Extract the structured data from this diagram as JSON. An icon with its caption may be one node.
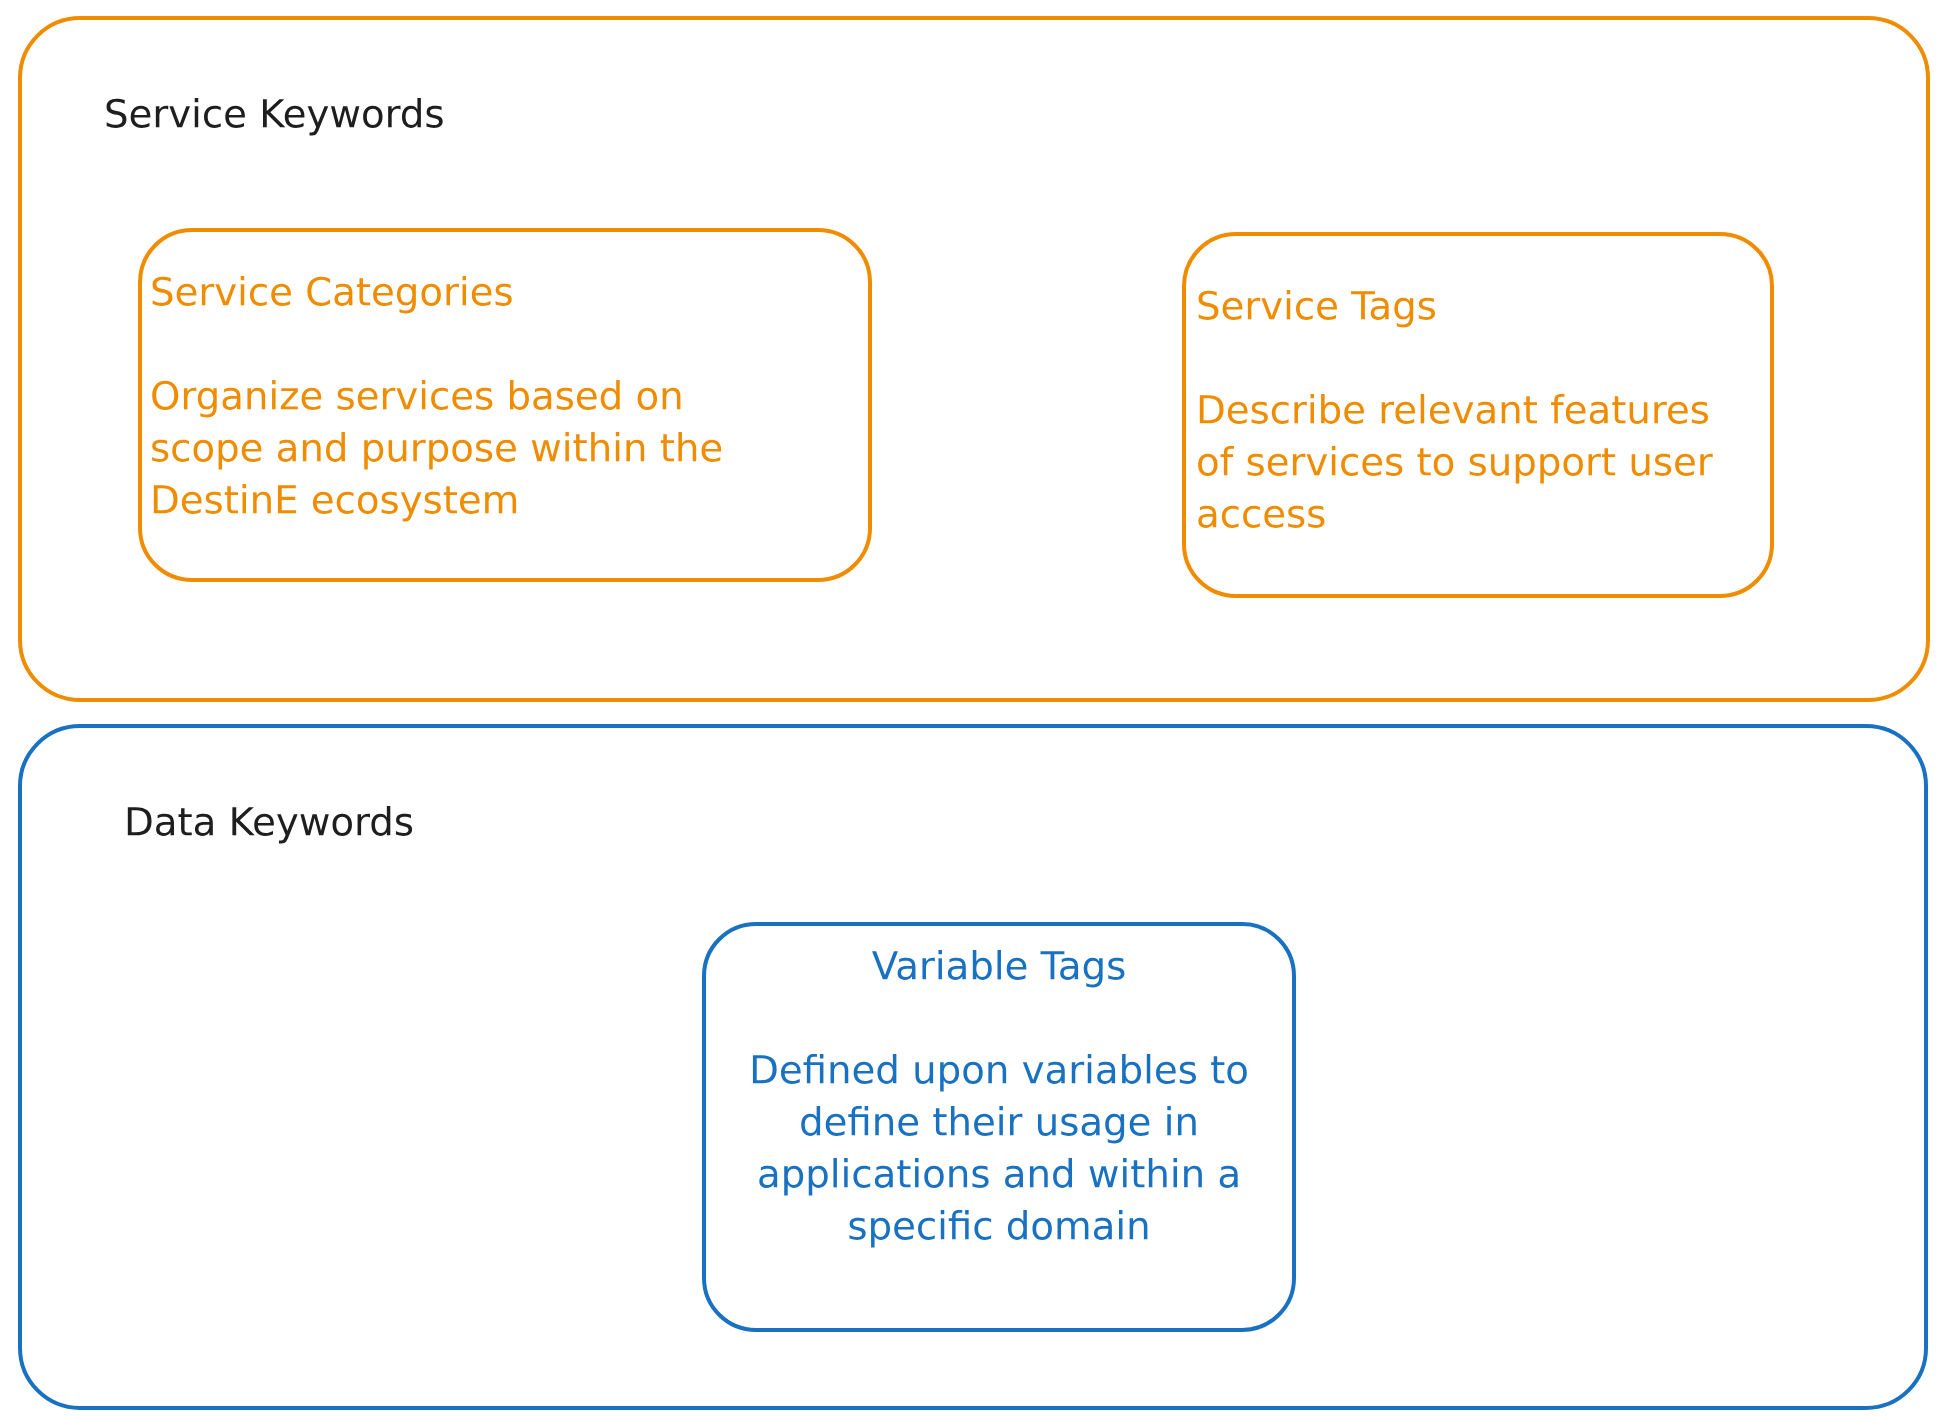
{
  "diagram": {
    "nodes": [
      {
        "text": [
          "Service Keywords"
        ]
      },
      {
        "text": [
          "Service Categories",
          "Organize services based on scope and purpose within the DestinE ecosystem"
        ],
        "in": 0
      },
      {
        "text": [
          "Service Tags",
          "Describe relevant features of services to support user access"
        ],
        "in": 0
      },
      {
        "text": [
          "Data Keywords"
        ]
      },
      {
        "text": [
          "Variable Tags",
          "Defined upon variables to define their usage in applications and within a specific domain"
        ],
        "in": 3
      }
    ]
  }
}
